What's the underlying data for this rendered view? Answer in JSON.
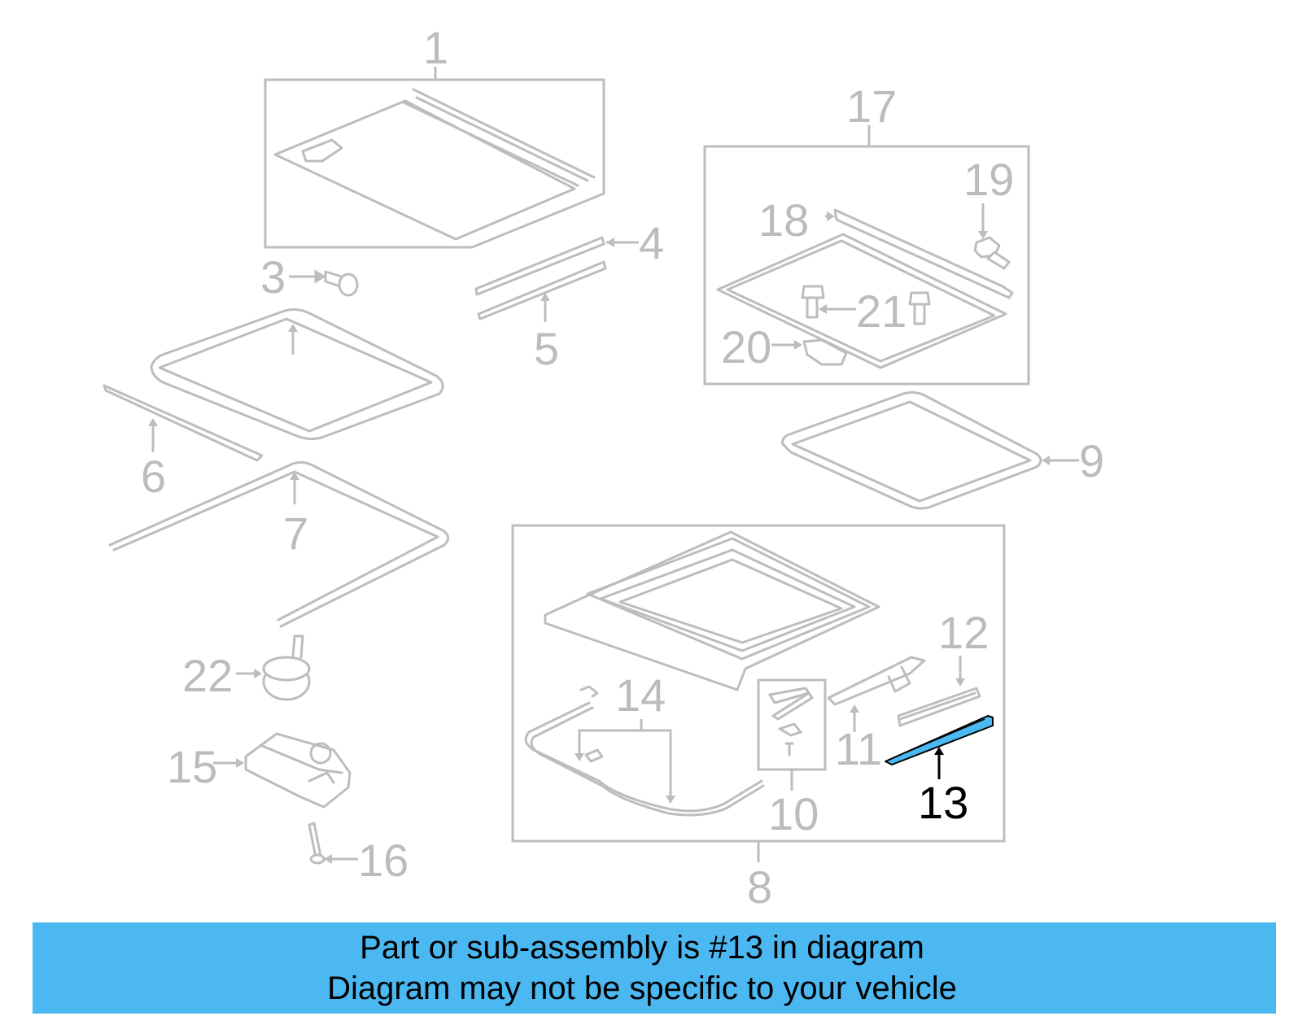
{
  "callouts": [
    {
      "id": "1",
      "label": "1"
    },
    {
      "id": "3",
      "label": "3"
    },
    {
      "id": "4",
      "label": "4"
    },
    {
      "id": "5",
      "label": "5"
    },
    {
      "id": "6",
      "label": "6"
    },
    {
      "id": "7",
      "label": "7"
    },
    {
      "id": "8",
      "label": "8"
    },
    {
      "id": "9",
      "label": "9"
    },
    {
      "id": "10",
      "label": "10"
    },
    {
      "id": "11",
      "label": "11"
    },
    {
      "id": "12",
      "label": "12"
    },
    {
      "id": "13",
      "label": "13"
    },
    {
      "id": "14",
      "label": "14"
    },
    {
      "id": "15",
      "label": "15"
    },
    {
      "id": "16",
      "label": "16"
    },
    {
      "id": "17",
      "label": "17"
    },
    {
      "id": "18",
      "label": "18"
    },
    {
      "id": "19",
      "label": "19"
    },
    {
      "id": "20",
      "label": "20"
    },
    {
      "id": "21",
      "label": "21"
    },
    {
      "id": "22",
      "label": "22"
    }
  ],
  "highlighted_part": "13",
  "colors": {
    "highlight_part": "#4bb8f2",
    "banner": "#4bb8f2",
    "inactive": "#bdbdbd",
    "active": "#000000"
  },
  "banner": {
    "line1": "Part or sub-assembly is #13 in diagram",
    "line2": "Diagram may not be specific to your vehicle"
  }
}
